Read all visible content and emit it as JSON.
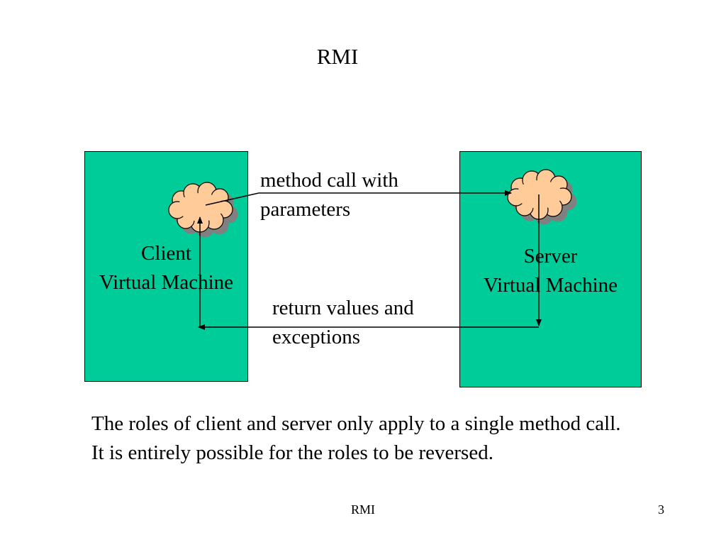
{
  "title": "RMI",
  "client": {
    "line1": "Client",
    "line2": "Virtual Machine"
  },
  "server": {
    "line1": "Server",
    "line2": "Virtual Machine"
  },
  "call_arrow": {
    "line1": "method call with",
    "line2": "parameters"
  },
  "return_arrow": {
    "line1": "return values and",
    "line2": "exceptions"
  },
  "caption": {
    "line1": "The roles of client and server only apply to a single method call.",
    "line2": "It is entirely possible for the roles to be reversed."
  },
  "footer": {
    "left": "RMI",
    "page_number": "3"
  },
  "colors": {
    "vm_box": "#00cc99",
    "cloud_fill": "#ffcc99",
    "cloud_shadow": "#808080"
  },
  "icons": {
    "client_object": "cloud-icon",
    "server_object": "cloud-icon"
  }
}
